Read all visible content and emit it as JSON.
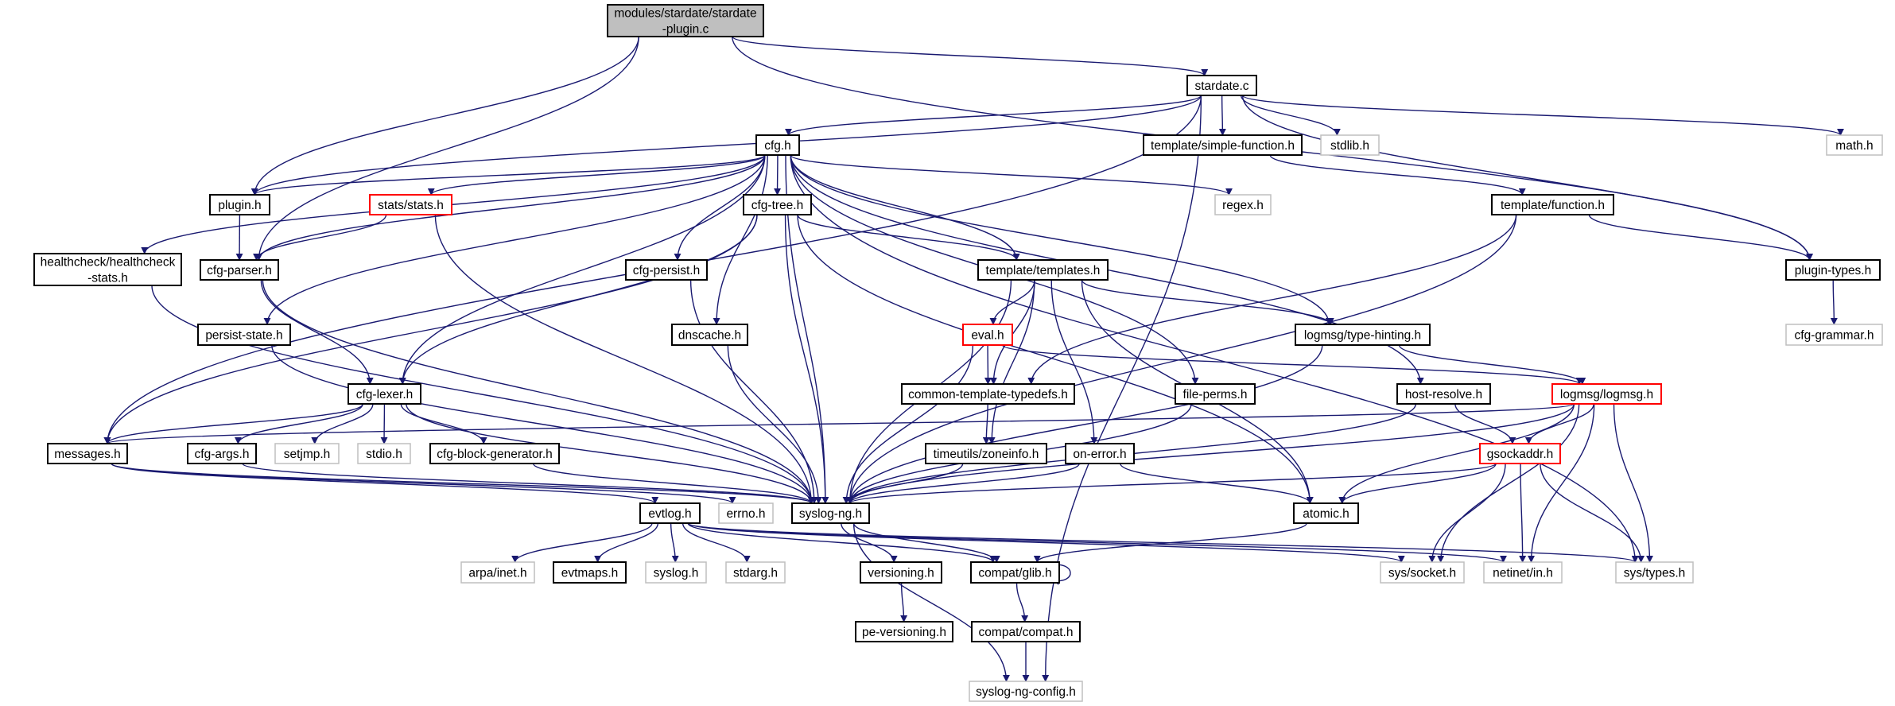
{
  "colors": {
    "edge": "#191970",
    "documented_border": "#000000",
    "external_border": "#bfbfbf",
    "truncated_border": "#ff0000",
    "root_fill": "#bfbfbf"
  },
  "nodes": [
    {
      "id": "root",
      "lines": [
        "modules/stardate/stardate",
        "-plugin.c"
      ],
      "style": "root"
    },
    {
      "id": "stardate_c",
      "lines": [
        "stardate.c"
      ],
      "style": "doc"
    },
    {
      "id": "simple_function",
      "lines": [
        "template/simple-function.h"
      ],
      "style": "doc"
    },
    {
      "id": "stdlib",
      "lines": [
        "stdlib.h"
      ],
      "style": "ext"
    },
    {
      "id": "math",
      "lines": [
        "math.h"
      ],
      "style": "ext"
    },
    {
      "id": "cfg",
      "lines": [
        "cfg.h"
      ],
      "style": "doc"
    },
    {
      "id": "plugin",
      "lines": [
        "plugin.h"
      ],
      "style": "doc"
    },
    {
      "id": "stats",
      "lines": [
        "stats/stats.h"
      ],
      "style": "trunc"
    },
    {
      "id": "cfg_tree",
      "lines": [
        "cfg-tree.h"
      ],
      "style": "doc"
    },
    {
      "id": "regex",
      "lines": [
        "regex.h"
      ],
      "style": "ext"
    },
    {
      "id": "function",
      "lines": [
        "template/function.h"
      ],
      "style": "doc"
    },
    {
      "id": "healthcheck",
      "lines": [
        "healthcheck/healthcheck",
        "-stats.h"
      ],
      "style": "doc"
    },
    {
      "id": "cfg_parser",
      "lines": [
        "cfg-parser.h"
      ],
      "style": "doc"
    },
    {
      "id": "cfg_persist",
      "lines": [
        "cfg-persist.h"
      ],
      "style": "doc"
    },
    {
      "id": "templates",
      "lines": [
        "template/templates.h"
      ],
      "style": "doc"
    },
    {
      "id": "plugin_types",
      "lines": [
        "plugin-types.h"
      ],
      "style": "doc"
    },
    {
      "id": "persist_state",
      "lines": [
        "persist-state.h"
      ],
      "style": "doc"
    },
    {
      "id": "dnscache",
      "lines": [
        "dnscache.h"
      ],
      "style": "doc"
    },
    {
      "id": "eval",
      "lines": [
        "eval.h"
      ],
      "style": "trunc"
    },
    {
      "id": "type_hinting",
      "lines": [
        "logmsg/type-hinting.h"
      ],
      "style": "doc"
    },
    {
      "id": "cfg_grammar",
      "lines": [
        "cfg-grammar.h"
      ],
      "style": "ext"
    },
    {
      "id": "cfg_lexer",
      "lines": [
        "cfg-lexer.h"
      ],
      "style": "doc"
    },
    {
      "id": "common_typedefs",
      "lines": [
        "common-template-typedefs.h"
      ],
      "style": "doc"
    },
    {
      "id": "file_perms",
      "lines": [
        "file-perms.h"
      ],
      "style": "doc"
    },
    {
      "id": "host_resolve",
      "lines": [
        "host-resolve.h"
      ],
      "style": "doc"
    },
    {
      "id": "logmsg",
      "lines": [
        "logmsg/logmsg.h"
      ],
      "style": "trunc"
    },
    {
      "id": "messages",
      "lines": [
        "messages.h"
      ],
      "style": "doc"
    },
    {
      "id": "cfg_args",
      "lines": [
        "cfg-args.h"
      ],
      "style": "doc"
    },
    {
      "id": "setjmp",
      "lines": [
        "setjmp.h"
      ],
      "style": "ext"
    },
    {
      "id": "stdio",
      "lines": [
        "stdio.h"
      ],
      "style": "ext"
    },
    {
      "id": "cfg_block_gen",
      "lines": [
        "cfg-block-generator.h"
      ],
      "style": "doc"
    },
    {
      "id": "zoneinfo",
      "lines": [
        "timeutils/zoneinfo.h"
      ],
      "style": "doc"
    },
    {
      "id": "on_error",
      "lines": [
        "on-error.h"
      ],
      "style": "doc"
    },
    {
      "id": "gsockaddr",
      "lines": [
        "gsockaddr.h"
      ],
      "style": "trunc"
    },
    {
      "id": "evtlog",
      "lines": [
        "evtlog.h"
      ],
      "style": "doc"
    },
    {
      "id": "errno",
      "lines": [
        "errno.h"
      ],
      "style": "ext"
    },
    {
      "id": "syslog_ng",
      "lines": [
        "syslog-ng.h"
      ],
      "style": "doc"
    },
    {
      "id": "atomic",
      "lines": [
        "atomic.h"
      ],
      "style": "doc"
    },
    {
      "id": "arpa_inet",
      "lines": [
        "arpa/inet.h"
      ],
      "style": "ext"
    },
    {
      "id": "evtmaps",
      "lines": [
        "evtmaps.h"
      ],
      "style": "doc"
    },
    {
      "id": "syslog",
      "lines": [
        "syslog.h"
      ],
      "style": "ext"
    },
    {
      "id": "stdarg",
      "lines": [
        "stdarg.h"
      ],
      "style": "ext"
    },
    {
      "id": "versioning",
      "lines": [
        "versioning.h"
      ],
      "style": "doc"
    },
    {
      "id": "glib",
      "lines": [
        "compat/glib.h"
      ],
      "style": "doc"
    },
    {
      "id": "sys_socket",
      "lines": [
        "sys/socket.h"
      ],
      "style": "ext"
    },
    {
      "id": "netinet_in",
      "lines": [
        "netinet/in.h"
      ],
      "style": "ext"
    },
    {
      "id": "sys_types",
      "lines": [
        "sys/types.h"
      ],
      "style": "ext"
    },
    {
      "id": "pe_versioning",
      "lines": [
        "pe-versioning.h"
      ],
      "style": "doc"
    },
    {
      "id": "compat",
      "lines": [
        "compat/compat.h"
      ],
      "style": "doc"
    },
    {
      "id": "config",
      "lines": [
        "syslog-ng-config.h"
      ],
      "style": "ext"
    }
  ],
  "edges": [
    [
      "root",
      "plugin"
    ],
    [
      "root",
      "cfg_parser"
    ],
    [
      "root",
      "stardate_c"
    ],
    [
      "root",
      "plugin_types"
    ],
    [
      "stardate_c",
      "messages"
    ],
    [
      "stardate_c",
      "cfg"
    ],
    [
      "stardate_c",
      "plugin"
    ],
    [
      "stardate_c",
      "simple_function"
    ],
    [
      "stardate_c",
      "stdlib"
    ],
    [
      "stardate_c",
      "math"
    ],
    [
      "stardate_c",
      "plugin_types"
    ],
    [
      "stardate_c",
      "config"
    ],
    [
      "simple_function",
      "function"
    ],
    [
      "function",
      "plugin_types"
    ],
    [
      "function",
      "common_typedefs"
    ],
    [
      "function",
      "syslog_ng"
    ],
    [
      "plugin_types",
      "cfg_grammar"
    ],
    [
      "cfg",
      "plugin"
    ],
    [
      "cfg",
      "healthcheck"
    ],
    [
      "cfg",
      "cfg_parser"
    ],
    [
      "cfg",
      "stats"
    ],
    [
      "cfg",
      "cfg_tree"
    ],
    [
      "cfg",
      "cfg_persist"
    ],
    [
      "cfg",
      "dnscache"
    ],
    [
      "cfg",
      "syslog_ng"
    ],
    [
      "cfg",
      "persist_state"
    ],
    [
      "cfg",
      "cfg_lexer"
    ],
    [
      "cfg",
      "templates"
    ],
    [
      "cfg",
      "file_perms"
    ],
    [
      "cfg",
      "regex"
    ],
    [
      "cfg",
      "type_hinting"
    ],
    [
      "cfg",
      "host_resolve"
    ],
    [
      "cfg",
      "sys_types"
    ],
    [
      "plugin",
      "cfg_parser"
    ],
    [
      "stats",
      "cfg_parser"
    ],
    [
      "stats",
      "syslog_ng"
    ],
    [
      "healthcheck",
      "syslog_ng"
    ],
    [
      "cfg_parser",
      "cfg_lexer"
    ],
    [
      "cfg_parser",
      "syslog_ng"
    ],
    [
      "cfg_tree",
      "messages"
    ],
    [
      "cfg_tree",
      "cfg_lexer"
    ],
    [
      "cfg_tree",
      "templates"
    ],
    [
      "cfg_tree",
      "atomic"
    ],
    [
      "cfg_tree",
      "syslog_ng"
    ],
    [
      "cfg_persist",
      "syslog_ng"
    ],
    [
      "persist_state",
      "syslog_ng"
    ],
    [
      "dnscache",
      "syslog_ng"
    ],
    [
      "templates",
      "eval"
    ],
    [
      "templates",
      "common_typedefs"
    ],
    [
      "templates",
      "syslog_ng"
    ],
    [
      "templates",
      "zoneinfo"
    ],
    [
      "templates",
      "on_error"
    ],
    [
      "templates",
      "type_hinting"
    ],
    [
      "templates",
      "atomic"
    ],
    [
      "eval",
      "common_typedefs"
    ],
    [
      "eval",
      "syslog_ng"
    ],
    [
      "eval",
      "logmsg"
    ],
    [
      "type_hinting",
      "syslog_ng"
    ],
    [
      "type_hinting",
      "logmsg"
    ],
    [
      "cfg_lexer",
      "messages"
    ],
    [
      "cfg_lexer",
      "cfg_args"
    ],
    [
      "cfg_lexer",
      "setjmp"
    ],
    [
      "cfg_lexer",
      "stdio"
    ],
    [
      "cfg_lexer",
      "cfg_block_gen"
    ],
    [
      "cfg_lexer",
      "syslog_ng"
    ],
    [
      "messages",
      "syslog_ng"
    ],
    [
      "messages",
      "evtlog"
    ],
    [
      "messages",
      "errno"
    ],
    [
      "cfg_args",
      "syslog_ng"
    ],
    [
      "cfg_block_gen",
      "syslog_ng"
    ],
    [
      "common_typedefs",
      "zoneinfo"
    ],
    [
      "zoneinfo",
      "syslog_ng"
    ],
    [
      "on_error",
      "syslog_ng"
    ],
    [
      "on_error",
      "atomic"
    ],
    [
      "file_perms",
      "syslog_ng"
    ],
    [
      "host_resolve",
      "syslog_ng"
    ],
    [
      "host_resolve",
      "gsockaddr"
    ],
    [
      "logmsg",
      "messages"
    ],
    [
      "logmsg",
      "syslog_ng"
    ],
    [
      "logmsg",
      "gsockaddr"
    ],
    [
      "logmsg",
      "atomic"
    ],
    [
      "logmsg",
      "sys_socket"
    ],
    [
      "logmsg",
      "netinet_in"
    ],
    [
      "logmsg",
      "sys_types"
    ],
    [
      "gsockaddr",
      "syslog_ng"
    ],
    [
      "gsockaddr",
      "atomic"
    ],
    [
      "gsockaddr",
      "sys_socket"
    ],
    [
      "gsockaddr",
      "netinet_in"
    ],
    [
      "gsockaddr",
      "sys_types"
    ],
    [
      "atomic",
      "glib"
    ],
    [
      "syslog_ng",
      "versioning"
    ],
    [
      "syslog_ng",
      "glib"
    ],
    [
      "syslog_ng",
      "config"
    ],
    [
      "evtlog",
      "arpa_inet"
    ],
    [
      "evtlog",
      "evtmaps"
    ],
    [
      "evtlog",
      "syslog"
    ],
    [
      "evtlog",
      "stdarg"
    ],
    [
      "evtlog",
      "glib"
    ],
    [
      "evtlog",
      "sys_socket"
    ],
    [
      "evtlog",
      "netinet_in"
    ],
    [
      "evtlog",
      "sys_types"
    ],
    [
      "versioning",
      "pe_versioning"
    ],
    [
      "glib",
      "glib"
    ],
    [
      "glib",
      "compat"
    ],
    [
      "compat",
      "config"
    ]
  ]
}
